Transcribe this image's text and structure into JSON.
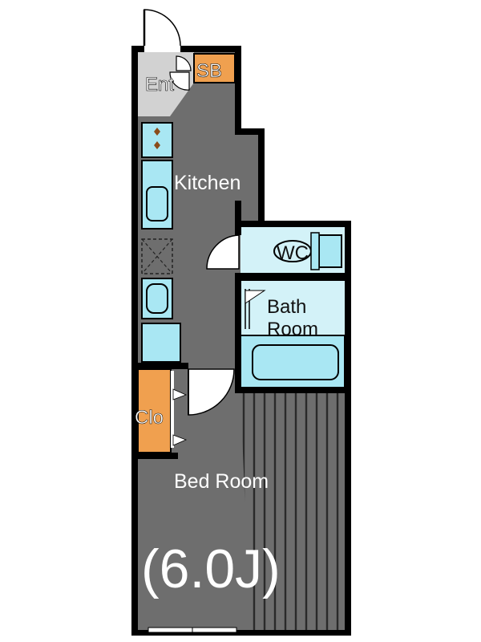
{
  "rooms": {
    "entrance": "Ent",
    "shoe_box": "SB",
    "kitchen": "Kitchen",
    "toilet": "WC",
    "bath_line1": "Bath",
    "bath_line2": "Room",
    "closet": "Clo",
    "bedroom": "Bed Room",
    "bedroom_size": "(6.0J)"
  },
  "colors": {
    "wall": "#000000",
    "floor": "#6e6e6e",
    "entrance_floor": "#d2d2d2",
    "storage": "#f0a04f",
    "fixtures": "#a9e7f3",
    "fixtures_light": "#d3f2f8"
  }
}
